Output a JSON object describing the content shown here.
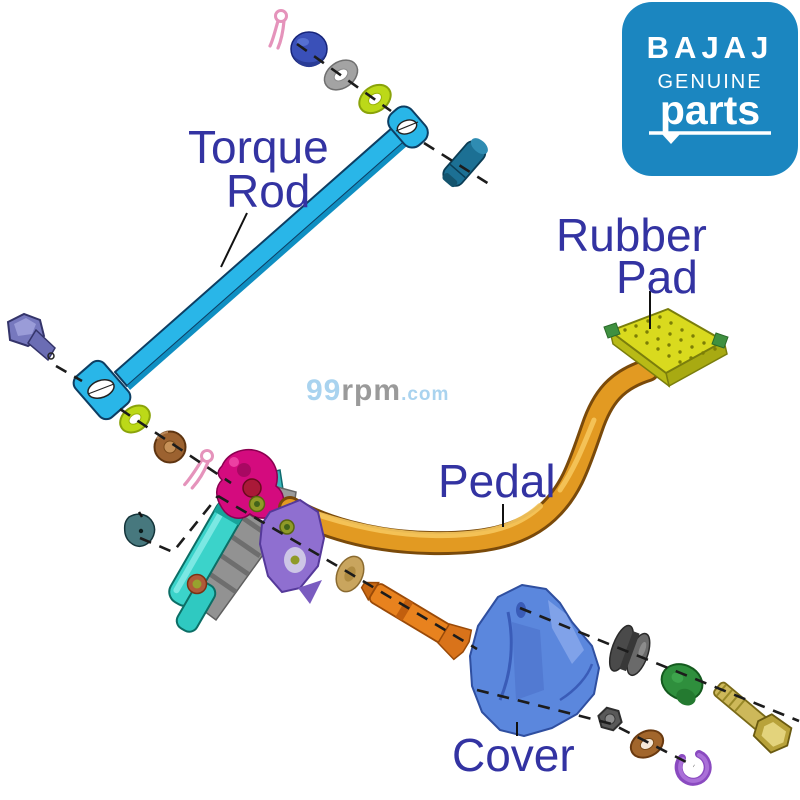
{
  "logo": {
    "brand": "BAJAJ",
    "line2": "GENUINE",
    "line3": "parts",
    "bg_color": "#1b86c0",
    "text_color": "#ffffff"
  },
  "watermark": {
    "num": "99",
    "mid": "rpm",
    "tld": ".com",
    "blue_color": "#a9d3ef",
    "gray_color": "#9a9a9a"
  },
  "labels": {
    "torque_rod_1": "Torque",
    "torque_rod_2": "Rod",
    "rubber_pad_1": "Rubber",
    "rubber_pad_2": "Pad",
    "pedal": "Pedal",
    "cover": "Cover"
  },
  "colors": {
    "label_text": "#3333a2",
    "dash_line": "#1c1c1c",
    "rod": "#29b6e8",
    "rod_edge": "#0f8fc2",
    "pedal_arm": "#e29a22",
    "rubber_pad": "#d9da1e",
    "cover": "#5b87dd",
    "logo_bg": "#1b86c0"
  },
  "parts": [
    {
      "name": "r-clip-pin-top",
      "color": "#e593bb"
    },
    {
      "name": "cap-nut-blue",
      "color": "#3a50b8"
    },
    {
      "name": "flat-washer-gray",
      "color": "#a3a3a3"
    },
    {
      "name": "spring-washer-lime-top",
      "color": "#bcd918"
    },
    {
      "name": "torque-rod",
      "color": "#29b6e8"
    },
    {
      "name": "clevis-bolt-blue",
      "color": "#1c7094"
    },
    {
      "name": "hex-bolt-purple",
      "color": "#7678be"
    },
    {
      "name": "spring-washer-lime-bottom",
      "color": "#bcd918"
    },
    {
      "name": "bush-brown",
      "color": "#9c6230"
    },
    {
      "name": "r-clip-pin-bottom",
      "color": "#e593bb"
    },
    {
      "name": "grub-screw-teal",
      "color": "#47787e"
    },
    {
      "name": "coil-spring-gray",
      "color": "#929292"
    },
    {
      "name": "pivot-sleeve-teal",
      "color": "#3bd3ca"
    },
    {
      "name": "switch-spring-magenta",
      "color": "#d40b7e"
    },
    {
      "name": "pivot-bracket-purple",
      "color": "#8f6fd0"
    },
    {
      "name": "washer-khaki",
      "color": "#c9a55e"
    },
    {
      "name": "pivot-shaft-orange",
      "color": "#e8821e"
    },
    {
      "name": "pedal-arm",
      "color": "#e29a22"
    },
    {
      "name": "rubber-pad",
      "color": "#d9da1e"
    },
    {
      "name": "cover",
      "color": "#5b87dd"
    },
    {
      "name": "roller-bush-gray",
      "color": "#4a4a4a"
    },
    {
      "name": "grommet-green",
      "color": "#2f8f3d"
    },
    {
      "name": "hex-bolt-brass",
      "color": "#cdb85a"
    },
    {
      "name": "flange-nut-gray",
      "color": "#595959"
    },
    {
      "name": "washer-brown",
      "color": "#a2662c"
    },
    {
      "name": "circlip-purple",
      "color": "#aa70d8"
    }
  ]
}
